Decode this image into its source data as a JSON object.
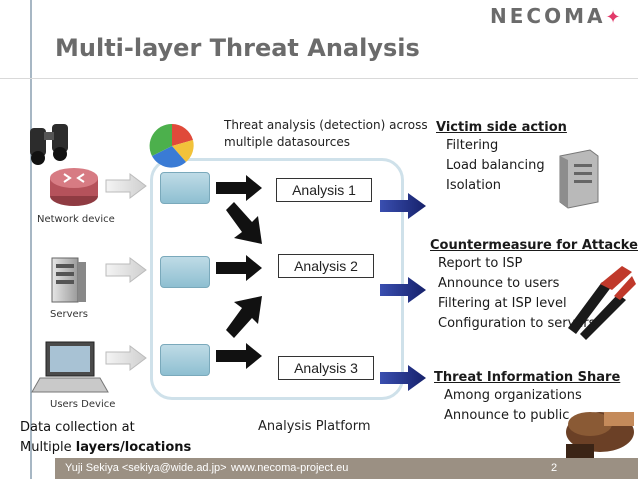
{
  "header": {
    "logo_text": "NECOMA",
    "title": "Multi-layer Threat Analysis"
  },
  "sources": {
    "network_device": "Network device",
    "servers": "Servers",
    "users_device": "Users Device",
    "collection_line1": "Data collection at",
    "collection_line2_prefix": "Multiple ",
    "collection_line2_bold": "layers/locations"
  },
  "platform": {
    "caption_line1": "Threat analysis (detection) across",
    "caption_line2": "multiple datasources",
    "label": "Analysis Platform",
    "analyses": [
      "Analysis 1",
      "Analysis 2",
      "Analysis 3"
    ]
  },
  "actions": [
    {
      "title": "Victim side action",
      "items": [
        "Filtering",
        "Load balancing",
        "Isolation"
      ]
    },
    {
      "title": "Countermeasure for Attackers",
      "items": [
        "Report to ISP",
        "Announce to users",
        "Filtering at ISP level",
        "Configuration to servers"
      ]
    },
    {
      "title": "Threat Information Share",
      "items": [
        "Among organizations",
        "Announce to public"
      ]
    }
  ],
  "footer": {
    "author": "Yuji Sekiya <sekiya@wide.ad.jp>",
    "url": "www.necoma-project.eu",
    "page": "2"
  },
  "icons": [
    "binoculars-icon",
    "router-icon",
    "server-icon",
    "laptop-icon",
    "pie-chart-icon",
    "database-icon",
    "server-tower-icon",
    "wire-cutter-icon",
    "handshake-icon"
  ],
  "colors": {
    "title": "#6b6b6b",
    "arrow_blue": "#1f2e8a",
    "platform_border": "#cfe1ea",
    "footer_bg": "#9b9083",
    "logo_star": "#e23a6a"
  }
}
